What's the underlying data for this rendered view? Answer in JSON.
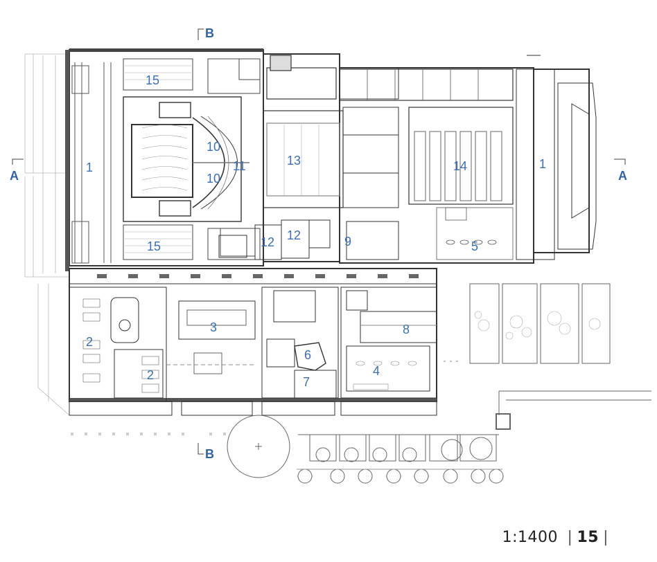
{
  "rooms": [
    {
      "id": "1-west",
      "label": "1"
    },
    {
      "id": "1-east",
      "label": "1"
    },
    {
      "id": "2-a",
      "label": "2"
    },
    {
      "id": "2-b",
      "label": "2"
    },
    {
      "id": "3",
      "label": "3"
    },
    {
      "id": "4",
      "label": "4"
    },
    {
      "id": "5",
      "label": "5"
    },
    {
      "id": "6",
      "label": "6"
    },
    {
      "id": "7",
      "label": "7"
    },
    {
      "id": "8",
      "label": "8"
    },
    {
      "id": "9",
      "label": "9"
    },
    {
      "id": "10-a",
      "label": "10"
    },
    {
      "id": "10-b",
      "label": "10"
    },
    {
      "id": "11",
      "label": "11"
    },
    {
      "id": "12-a",
      "label": "12"
    },
    {
      "id": "12-b",
      "label": "12"
    },
    {
      "id": "13",
      "label": "13"
    },
    {
      "id": "14",
      "label": "14"
    },
    {
      "id": "15-top",
      "label": "15"
    },
    {
      "id": "15-bottom",
      "label": "15"
    }
  ],
  "section_marks": {
    "a_left": "A",
    "a_right": "A",
    "b_top": "B",
    "b_bottom": "B"
  },
  "footer": {
    "scale": "1:1400",
    "page_number": "15"
  },
  "colors": {
    "label_blue": "#3a6fb8",
    "wall": "#333333",
    "line_light": "#9a9a9a"
  }
}
